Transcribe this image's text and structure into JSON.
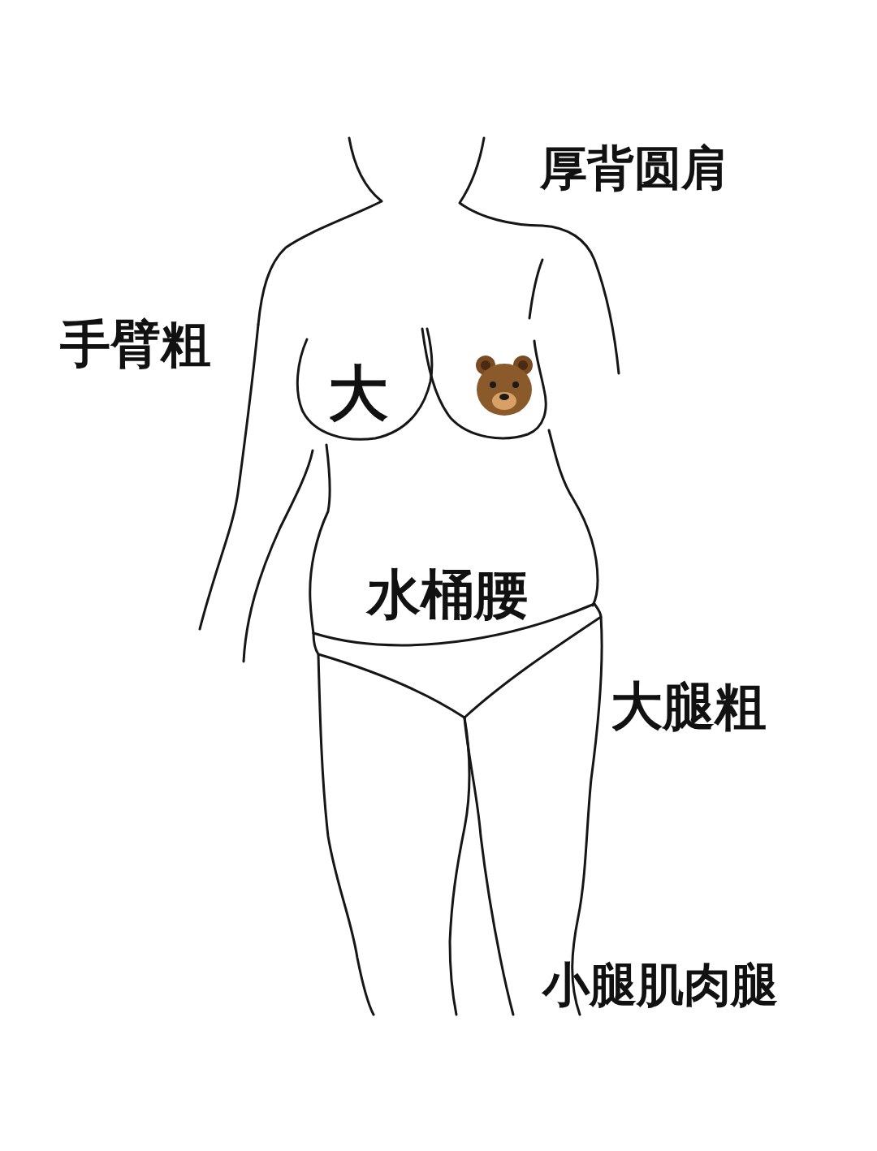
{
  "diagram": {
    "labels": [
      "厚背圆肩",
      "手臂粗",
      "大",
      "水桶腰",
      "大腿粗",
      "小腿肌肉腿"
    ]
  }
}
